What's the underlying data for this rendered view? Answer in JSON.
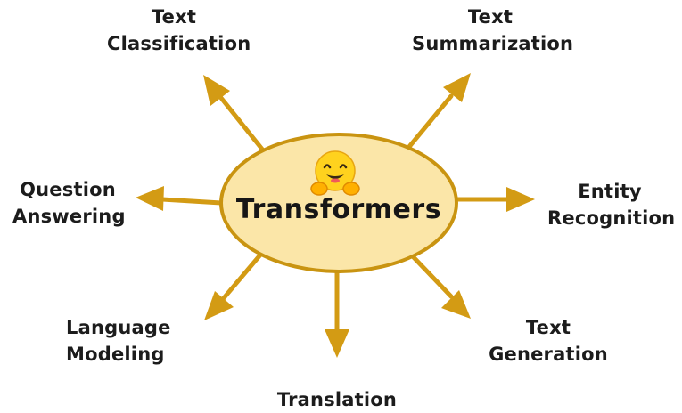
{
  "center": {
    "title": "Transformers",
    "icon": "hugging-face-icon"
  },
  "tasks": {
    "text_classification": [
      "Text",
      "Classification"
    ],
    "text_summarization": [
      "Text",
      "Summarization"
    ],
    "question_answering": [
      "Question",
      "Answering"
    ],
    "entity_recognition": [
      "Entity",
      "Recognition"
    ],
    "language_modeling": [
      "Language",
      "Modeling"
    ],
    "text_generation": [
      "Text",
      "Generation"
    ],
    "translation": [
      "Translation"
    ]
  },
  "colors": {
    "ellipse_fill": "#fbe6a8",
    "ellipse_stroke": "#c99411",
    "arrow": "#d39b14",
    "text": "#1c1c1c"
  }
}
